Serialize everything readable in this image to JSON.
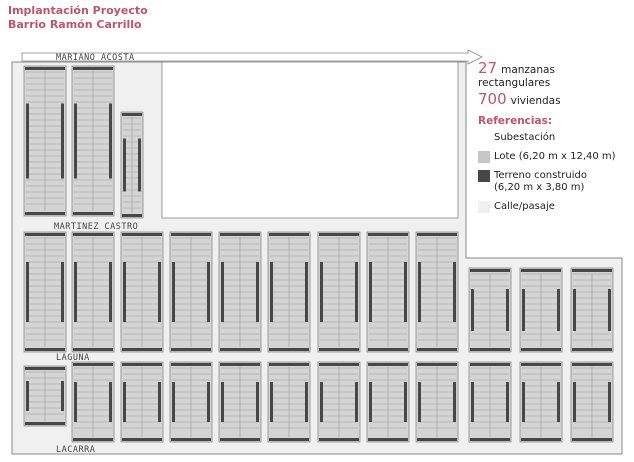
{
  "header": {
    "title_line1": "Implantación Proyecto",
    "title_line2": "Barrio Ramón Carrillo"
  },
  "stats": {
    "manzanas_count": "27",
    "manzanas_label_1": "manzanas",
    "manzanas_label_2": "rectangulares",
    "viviendas_count": "700",
    "viviendas_label": "viviendas"
  },
  "legend": {
    "title": "Referencias:",
    "items": {
      "subestacion": "Subestación",
      "lote": "Lote (6,20 m x 12,40 m)",
      "terreno_1": "Terreno construido",
      "terreno_2": "(6,20 m x 3,80 m)",
      "calle": "Calle/pasaje"
    }
  },
  "streets": {
    "mariano_acosta": "MARIANO ACOSTA",
    "martinez_castro": "MARTINEZ CASTRO",
    "laguna": "LAGUNA",
    "lacarra": "LACARRA"
  },
  "colors": {
    "accent": "#c0546a",
    "lote": "#c6c6c6",
    "terreno": "#474747",
    "calle": "#f0f0f0",
    "outline": "#888888"
  }
}
